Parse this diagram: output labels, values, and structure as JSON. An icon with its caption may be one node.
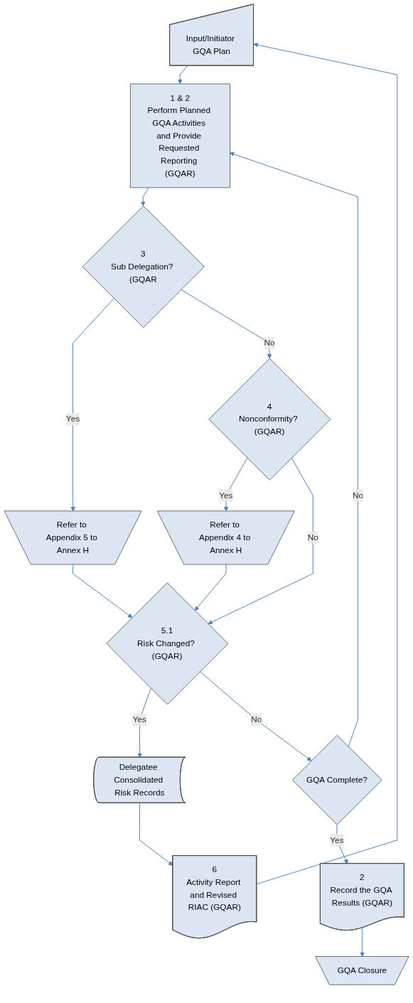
{
  "diagram": {
    "nodes": [
      {
        "text": [
          "Input/Initiator GQA Plan"
        ]
      },
      {
        "text": [
          "1 & 2",
          "Perform Planned GQA Activities and Provide Requested Reporting (GQAR)"
        ]
      },
      {
        "text": [
          "3",
          "Sub Delegation? (GQAR"
        ]
      },
      {
        "text": [
          "Refer to Appendix 5 to Annex H"
        ]
      },
      {
        "text": [
          "4",
          "Nonconformity? (GQAR)"
        ]
      },
      {
        "text": [
          "Refer to Appendix 4 to Annex H"
        ]
      },
      {
        "text": [
          "5.1",
          "Risk Changed? (GQAR)"
        ]
      },
      {
        "text": [
          "Delegatee Consolidated Risk Records"
        ]
      },
      {
        "text": [
          "6",
          "Activity Report and Revised RIAC (GQAR)"
        ]
      },
      {
        "text": [
          "GQA Complete?"
        ]
      },
      {
        "text": [
          "2",
          "Record the GQA Results (GQAR)"
        ]
      },
      {
        "text": [
          "GQA Closure"
        ]
      }
    ],
    "edges": [
      {
        "from": 0,
        "to": 1,
        "arrow": "to"
      },
      {
        "from": 1,
        "to": 2,
        "arrow": "to"
      },
      {
        "from": 2,
        "to": 3,
        "label": "Yes",
        "arrow": "to"
      },
      {
        "from": 2,
        "to": 4,
        "label": "No",
        "arrow": "to"
      },
      {
        "from": 4,
        "to": 5,
        "label": "Yes",
        "arrow": "to"
      },
      {
        "from": 4,
        "to": 6,
        "label": "No",
        "arrow": "to"
      },
      {
        "from": 5,
        "to": 6,
        "arrow": "to"
      },
      {
        "from": 3,
        "to": 6,
        "arrow": "to"
      },
      {
        "from": 6,
        "to": 7,
        "label": "Yes",
        "arrow": "to"
      },
      {
        "from": 7,
        "to": 8,
        "arrow": "to"
      },
      {
        "from": 8,
        "to": 0,
        "arrow": "to"
      },
      {
        "from": 6,
        "to": 9,
        "label": "No",
        "arrow": "to"
      },
      {
        "from": 9,
        "to": 1,
        "label": "No",
        "arrow": "to"
      },
      {
        "from": 9,
        "to": 10,
        "label": "Yes",
        "arrow": "to"
      },
      {
        "from": 10,
        "to": 11,
        "arrow": "to"
      }
    ]
  }
}
